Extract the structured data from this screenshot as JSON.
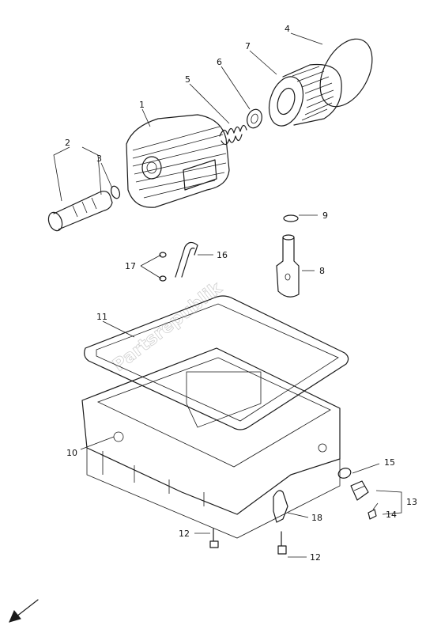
{
  "watermark": "Partsrepublik",
  "callouts": [
    {
      "id": "1",
      "text": "1"
    },
    {
      "id": "2",
      "text": "2"
    },
    {
      "id": "3",
      "text": "3"
    },
    {
      "id": "4",
      "text": "4"
    },
    {
      "id": "5",
      "text": "5"
    },
    {
      "id": "6",
      "text": "6"
    },
    {
      "id": "7",
      "text": "7"
    },
    {
      "id": "8",
      "text": "8"
    },
    {
      "id": "9",
      "text": "9"
    },
    {
      "id": "10",
      "text": "10"
    },
    {
      "id": "11",
      "text": "11"
    },
    {
      "id": "12a",
      "text": "12"
    },
    {
      "id": "12b",
      "text": "12"
    },
    {
      "id": "13",
      "text": "13"
    },
    {
      "id": "14",
      "text": "14"
    },
    {
      "id": "15",
      "text": "15"
    },
    {
      "id": "16",
      "text": "16"
    },
    {
      "id": "17",
      "text": "17"
    },
    {
      "id": "18",
      "text": "18"
    }
  ],
  "parts": [
    {
      "id": "oil-cooler-cover",
      "ref": "1"
    },
    {
      "id": "bolt-union",
      "ref": "2"
    },
    {
      "id": "o-ring-small",
      "ref": "3"
    },
    {
      "id": "o-ring-large",
      "ref": "4"
    },
    {
      "id": "compression-spring",
      "ref": "5"
    },
    {
      "id": "washer",
      "ref": "6"
    },
    {
      "id": "oil-filter-element",
      "ref": "7"
    },
    {
      "id": "relief-valve",
      "ref": "8"
    },
    {
      "id": "o-ring-valve",
      "ref": "9"
    },
    {
      "id": "oil-pan",
      "ref": "10"
    },
    {
      "id": "oil-pan-gasket",
      "ref": "11"
    },
    {
      "id": "bolt",
      "ref": "12"
    },
    {
      "id": "drain-plug",
      "ref": "13"
    },
    {
      "id": "screw",
      "ref": "14"
    },
    {
      "id": "gasket",
      "ref": "15"
    },
    {
      "id": "pipe",
      "ref": "16"
    },
    {
      "id": "o-ring-pipe",
      "ref": "17"
    },
    {
      "id": "bracket",
      "ref": "18"
    }
  ]
}
